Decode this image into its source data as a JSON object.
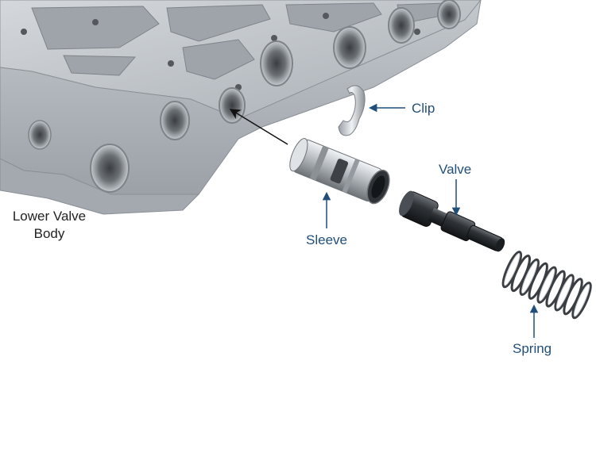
{
  "labels": {
    "lower_valve_body_line1": "Lower Valve",
    "lower_valve_body_line2": "Body",
    "clip": "Clip",
    "valve": "Valve",
    "sleeve": "Sleeve",
    "spring": "Spring"
  },
  "colors": {
    "callout": "#1f4f7a",
    "text": "#222222",
    "casting": "#b9bec3",
    "casting_dark": "#8a9096",
    "metal": "#c9cdd1",
    "valve_dark": "#2b2e32"
  }
}
